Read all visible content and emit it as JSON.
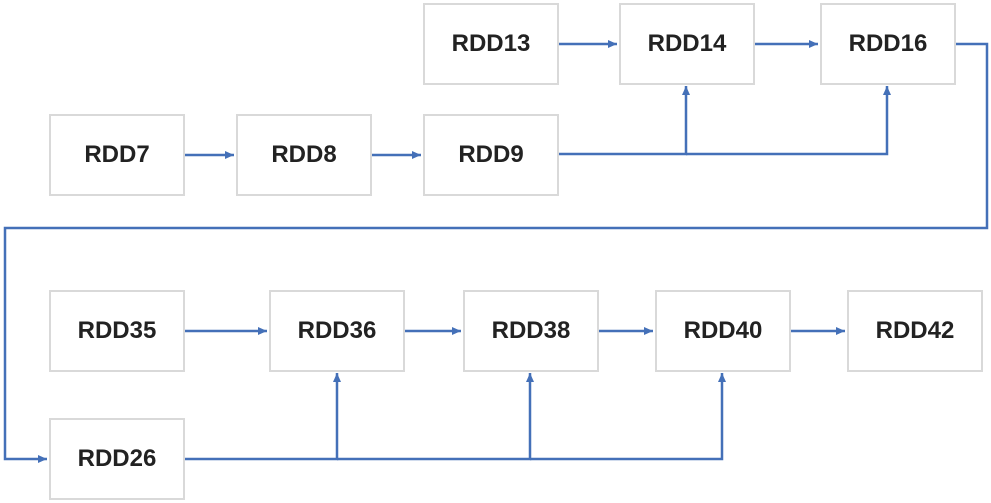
{
  "colors": {
    "edge": "#4470b8",
    "node_border": "#d9d9d9",
    "text": "#222222",
    "background": "#ffffff"
  },
  "nodes": [
    {
      "id": "RDD13",
      "label": "RDD13"
    },
    {
      "id": "RDD14",
      "label": "RDD14"
    },
    {
      "id": "RDD16",
      "label": "RDD16"
    },
    {
      "id": "RDD7",
      "label": "RDD7"
    },
    {
      "id": "RDD8",
      "label": "RDD8"
    },
    {
      "id": "RDD9",
      "label": "RDD9"
    },
    {
      "id": "RDD35",
      "label": "RDD35"
    },
    {
      "id": "RDD36",
      "label": "RDD36"
    },
    {
      "id": "RDD38",
      "label": "RDD38"
    },
    {
      "id": "RDD40",
      "label": "RDD40"
    },
    {
      "id": "RDD42",
      "label": "RDD42"
    },
    {
      "id": "RDD26",
      "label": "RDD26"
    }
  ],
  "edges": [
    {
      "from": "RDD13",
      "to": "RDD14"
    },
    {
      "from": "RDD14",
      "to": "RDD16"
    },
    {
      "from": "RDD7",
      "to": "RDD8"
    },
    {
      "from": "RDD8",
      "to": "RDD9"
    },
    {
      "from": "RDD9",
      "to": "RDD14"
    },
    {
      "from": "RDD9",
      "to": "RDD16"
    },
    {
      "from": "RDD16",
      "to": "RDD26"
    },
    {
      "from": "RDD35",
      "to": "RDD36"
    },
    {
      "from": "RDD36",
      "to": "RDD38"
    },
    {
      "from": "RDD38",
      "to": "RDD40"
    },
    {
      "from": "RDD40",
      "to": "RDD42"
    },
    {
      "from": "RDD26",
      "to": "RDD36"
    },
    {
      "from": "RDD26",
      "to": "RDD38"
    },
    {
      "from": "RDD26",
      "to": "RDD40"
    }
  ]
}
